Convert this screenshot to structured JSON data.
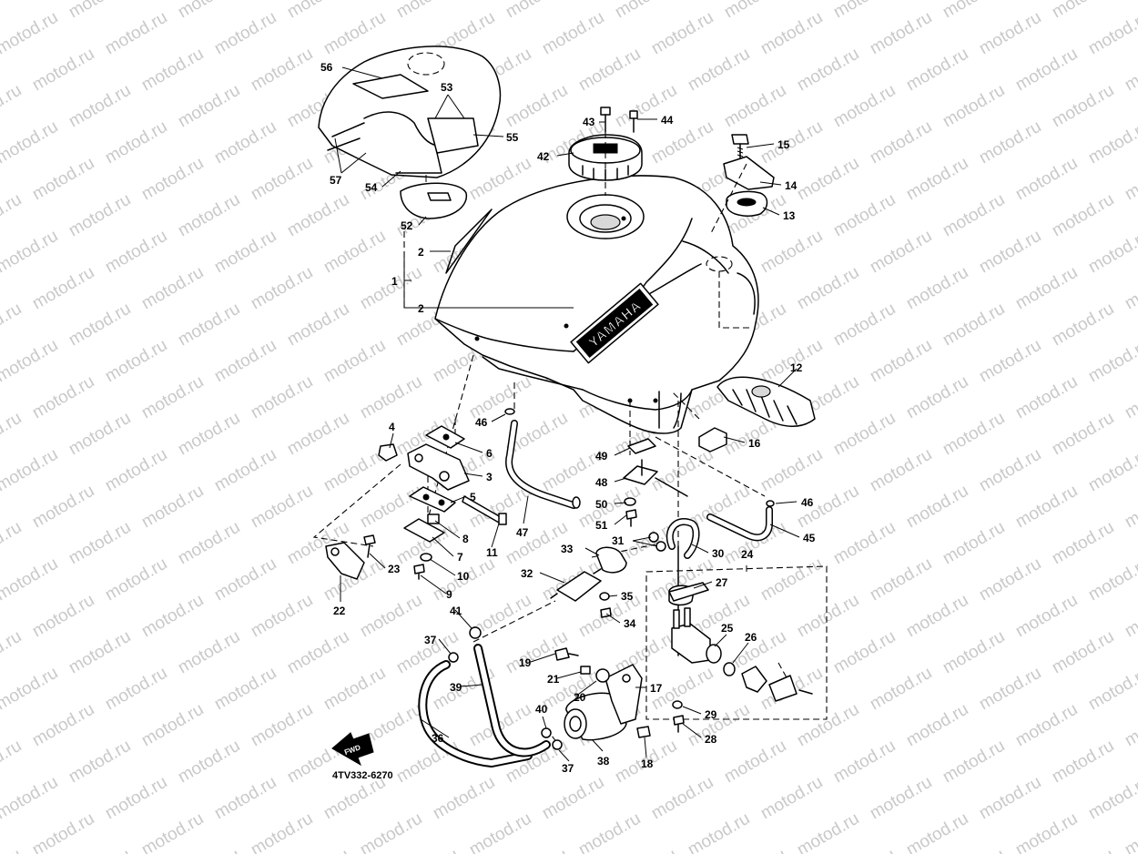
{
  "watermark": "motod.ru",
  "brand_text": "YAMAHA",
  "fwd_text": "FWD",
  "diagram_code": "4TV332-6270",
  "labels": {
    "l1": "1",
    "l2a": "2",
    "l2b": "2",
    "l3": "3",
    "l4": "4",
    "l5": "5",
    "l6": "6",
    "l7": "7",
    "l8": "8",
    "l9": "9",
    "l10": "10",
    "l11": "11",
    "l12": "12",
    "l13": "13",
    "l14": "14",
    "l15": "15",
    "l16": "16",
    "l17": "17",
    "l18": "18",
    "l19": "19",
    "l20": "20",
    "l21": "21",
    "l22": "22",
    "l23": "23",
    "l24": "24",
    "l25": "25",
    "l26": "26",
    "l27": "27",
    "l28": "28",
    "l29": "29",
    "l30": "30",
    "l31": "31",
    "l32": "32",
    "l33": "33",
    "l34": "34",
    "l35": "35",
    "l36": "36",
    "l37a": "37",
    "l37b": "37",
    "l38": "38",
    "l39": "39",
    "l40": "40",
    "l41": "41",
    "l42": "42",
    "l43": "43",
    "l44": "44",
    "l45": "45",
    "l46a": "46",
    "l46b": "46",
    "l47": "47",
    "l48": "48",
    "l49": "49",
    "l50": "50",
    "l51": "51",
    "l52": "52",
    "l53": "53",
    "l54": "54",
    "l55": "55",
    "l56": "56",
    "l57": "57"
  }
}
